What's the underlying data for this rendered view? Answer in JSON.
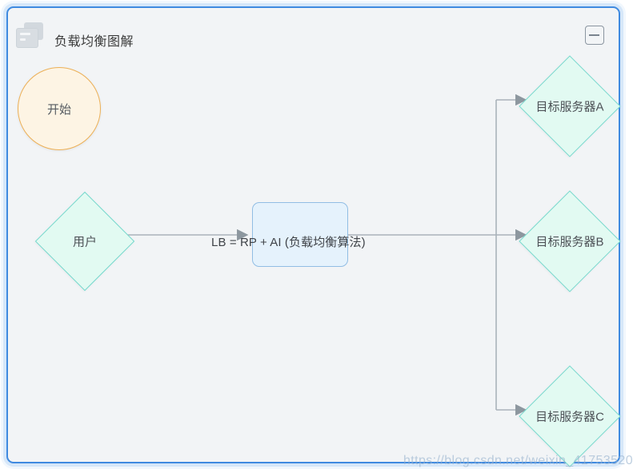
{
  "panel": {
    "title": "负载均衡图解",
    "icon": "cards-icon",
    "border_color": "#3f8ae0",
    "background_color": "#f2f4f6",
    "collapse_button_label": "−",
    "collapse_button_icon": "minus-icon"
  },
  "diagram": {
    "nodes": [
      {
        "id": "start",
        "label": "开始",
        "shape": "circle",
        "fill": "#fdf4e4",
        "stroke": "#edb056"
      },
      {
        "id": "user",
        "label": "用户",
        "shape": "diamond",
        "fill": "#e2faf2",
        "stroke": "#77d8cd"
      },
      {
        "id": "lb",
        "label": "",
        "shape": "rounded-rect",
        "fill": "#e5f2fc",
        "stroke": "#91bde4"
      },
      {
        "id": "server-a",
        "label": "目标服务器A",
        "shape": "diamond",
        "fill": "#e2faf2",
        "stroke": "#77d8cd"
      },
      {
        "id": "server-b",
        "label": "目标服务器B",
        "shape": "diamond",
        "fill": "#e2faf2",
        "stroke": "#77d8cd"
      },
      {
        "id": "server-c",
        "label": "目标服务器C",
        "shape": "diamond",
        "fill": "#e2faf2",
        "stroke": "#77d8cd"
      }
    ],
    "edges": [
      {
        "id": "user-to-lb",
        "from": "user",
        "to": "lb",
        "label": "LB = RP + AI (负载均衡算法)"
      },
      {
        "id": "lb-to-server-a",
        "from": "lb",
        "to": "server-a",
        "label": ""
      },
      {
        "id": "lb-to-server-b",
        "from": "lb",
        "to": "server-b",
        "label": ""
      },
      {
        "id": "lb-to-server-c",
        "from": "lb",
        "to": "server-c",
        "label": ""
      }
    ],
    "edge_color": "#a9b2ba"
  },
  "watermark": {
    "text": "https://blog.csdn.net/weixin_41753520"
  }
}
